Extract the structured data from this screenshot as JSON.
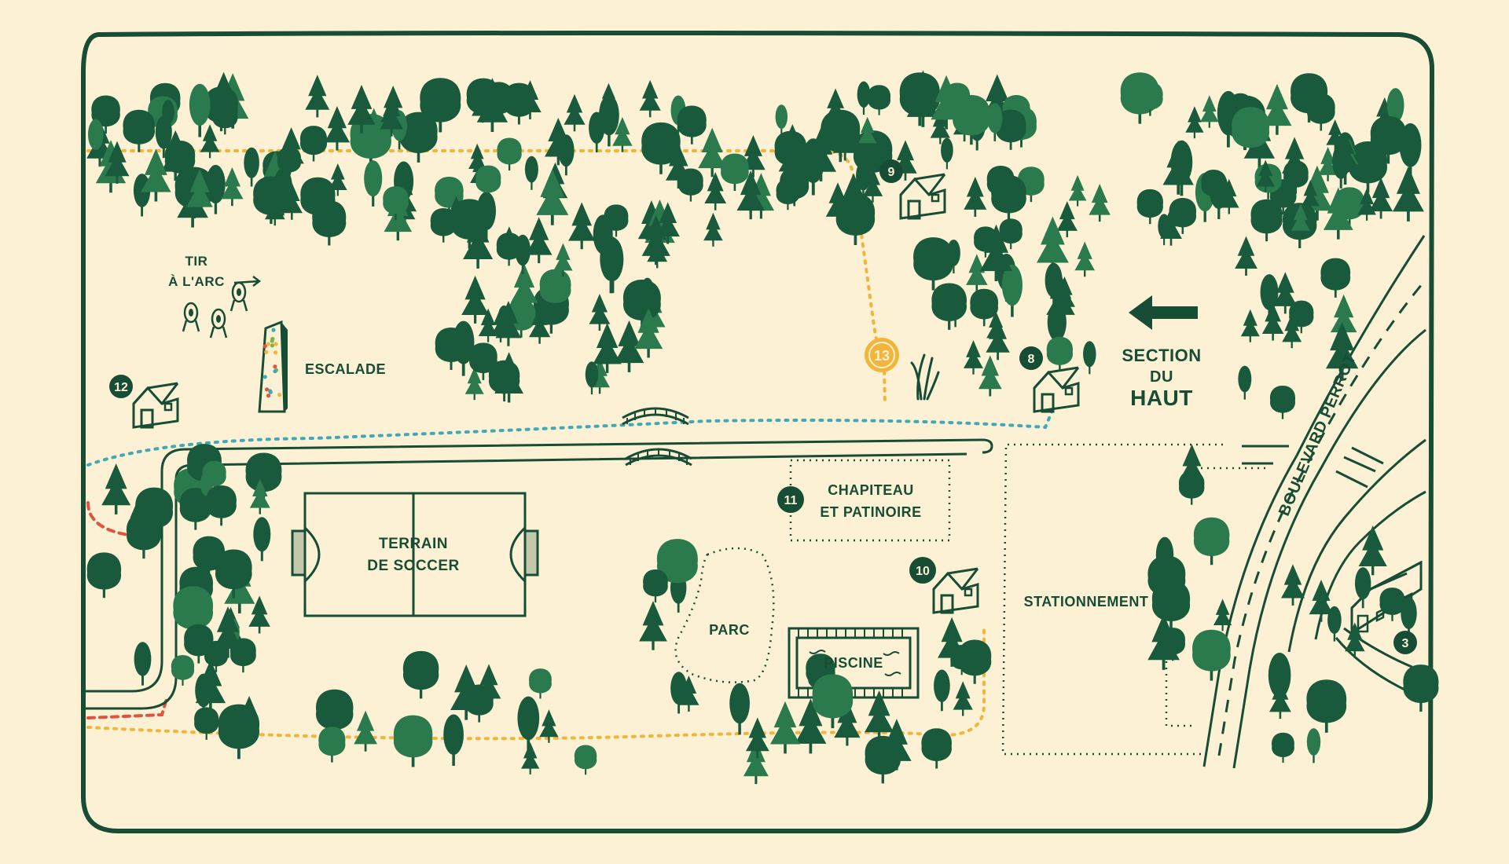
{
  "colors": {
    "background": "#fcf1d4",
    "ink": "#174c35",
    "tree_dark": "#1a5a3c",
    "tree_light": "#2a7a4d",
    "trail_yellow": "#f2b53a",
    "trail_blue": "#3fa9b8",
    "trail_red": "#e0533d",
    "climb_dots": [
      "#f2b53a",
      "#3fa9b8",
      "#e0533d",
      "#7fb24a"
    ]
  },
  "labels": {
    "archery": [
      "TIR",
      "À L'ARC"
    ],
    "climbing": "ESCALADE",
    "soccer": [
      "TERRAIN",
      "DE SOCCER"
    ],
    "tent": [
      "CHAPITEAU",
      "ET PATINOIRE"
    ],
    "parc": "PARC",
    "pool": "PISCINE",
    "parking": "STATIONNEMENT",
    "section": [
      "SECTION",
      "DU",
      "HAUT"
    ],
    "road": "BOULEVARD PERROT"
  },
  "markers": [
    {
      "number": "12",
      "style": "dark"
    },
    {
      "number": "9",
      "style": "dark"
    },
    {
      "number": "8",
      "style": "dark"
    },
    {
      "number": "13",
      "style": "highlight"
    },
    {
      "number": "11",
      "style": "dark"
    },
    {
      "number": "10",
      "style": "dark"
    },
    {
      "number": "3",
      "style": "dark"
    }
  ],
  "icons": {
    "section_arrow": "arrow-left-icon",
    "cabin": "cabin-icon",
    "bridge": "bridge-icon",
    "target": "archery-target-icon",
    "tree": "tree-icon",
    "reeds": "reeds-icon"
  }
}
